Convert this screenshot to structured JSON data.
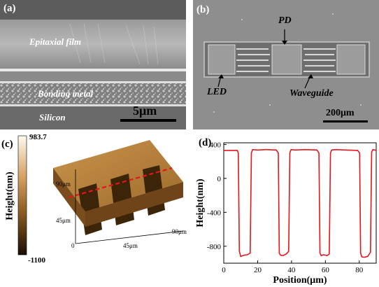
{
  "panel_a": {
    "label": "(a)",
    "layers": {
      "film": "Epitaxial film",
      "metal": "Bonding metal",
      "substrate": "Silicon"
    },
    "scale_bar": "5μm"
  },
  "panel_b": {
    "label": "(b)",
    "annotations": {
      "pd": "PD",
      "led": "LED",
      "waveguide": "Waveguide"
    },
    "scale_bar": "200μm"
  },
  "panel_c": {
    "label": "(c)",
    "colorbar": {
      "max": "983.7",
      "min": "-1100",
      "title": "Height(nm)"
    },
    "axes": {
      "y_top": "90μm",
      "y_mid": "45μm",
      "origin": "0",
      "x_mid": "45μm",
      "x_end": "90μm"
    }
  },
  "chart_data": {
    "type": "line",
    "label": "(d)",
    "xlabel": "Position(μm)",
    "ylabel": "Height(nm)",
    "xlim": [
      0,
      90
    ],
    "ylim": [
      -1000,
      420
    ],
    "xticks": [
      "0",
      "20",
      "40",
      "60",
      "80"
    ],
    "yticks": [
      "400",
      "0",
      "-400",
      "-800"
    ],
    "ytick_values": [
      400,
      0,
      -400,
      -800
    ],
    "xtick_values": [
      0,
      20,
      40,
      60,
      80
    ],
    "color": "#e8141c",
    "series": [
      {
        "x": [
          0,
          8,
          8.6,
          9.2,
          10,
          12,
          14,
          15.6,
          16.3,
          17,
          20,
          25,
          31,
          32.2,
          32.8,
          33.5,
          35,
          37,
          38.3,
          39,
          39.7,
          42,
          48,
          55,
          56.2,
          56.8,
          57.5,
          59,
          61,
          62.3,
          63,
          63.7,
          66,
          72,
          79,
          80.2,
          80.8,
          81.5,
          83,
          85,
          86.6,
          87.3,
          88,
          90
        ],
        "y": [
          330,
          330,
          300,
          -860,
          -920,
          -905,
          -900,
          -880,
          300,
          340,
          335,
          340,
          335,
          300,
          -880,
          -905,
          -910,
          -890,
          -860,
          300,
          340,
          335,
          340,
          335,
          300,
          -880,
          -910,
          -900,
          -910,
          -890,
          300,
          335,
          340,
          335,
          330,
          300,
          -880,
          -925,
          -930,
          -920,
          -870,
          310,
          340,
          330
        ]
      }
    ]
  }
}
